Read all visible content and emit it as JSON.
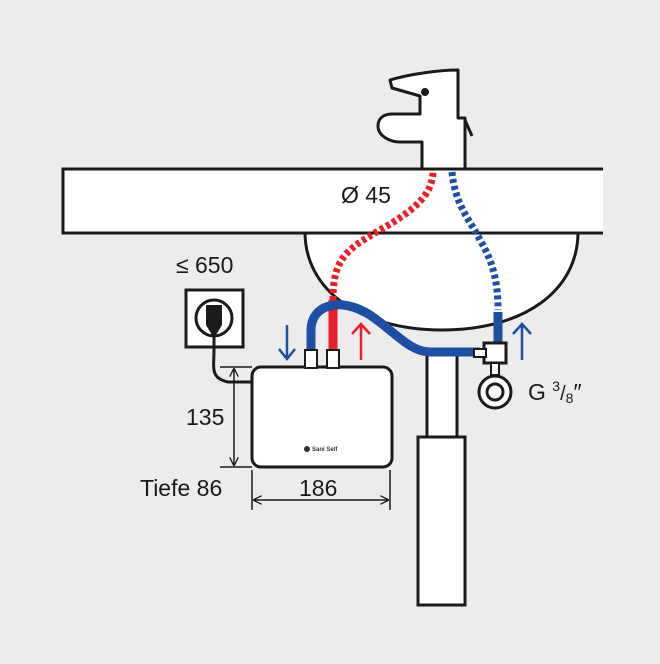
{
  "labels": {
    "drain_diameter": "Ø 45",
    "max_distance": "≤ 650",
    "height": "135",
    "depth": "Tiefe 86",
    "width": "186",
    "connection_prefix": "G ",
    "connection_numerator": "3",
    "connection_denominator": "8",
    "connection_suffix": "″"
  },
  "brand": {
    "name": "Sani Self"
  },
  "colors": {
    "background": "#ececec",
    "outline": "#1a1a1a",
    "hot_water": "#e8202a",
    "cold_water": "#1d4fa3",
    "fill": "#ffffff"
  }
}
